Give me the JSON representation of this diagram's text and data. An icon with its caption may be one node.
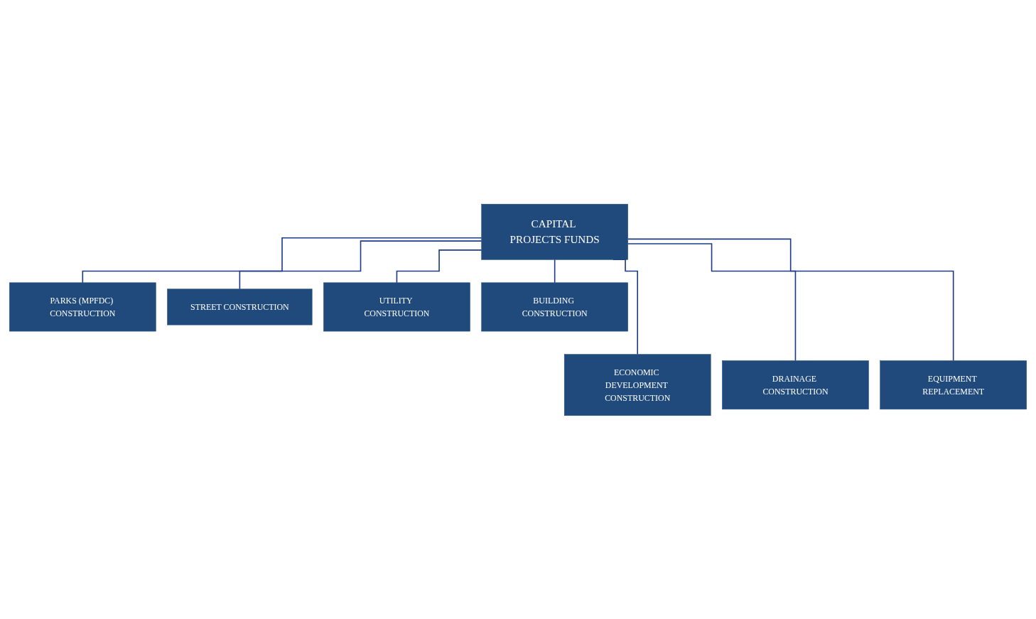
{
  "diagram": {
    "nodes": [
      {
        "text": [
          "CAPITAL PROJECTS FUNDS"
        ]
      },
      {
        "text": [
          "PARKS (MPFDC) CONSTRUCTION"
        ]
      },
      {
        "text": [
          "STREET CONSTRUCTION"
        ]
      },
      {
        "text": [
          "UTILITY CONSTRUCTION"
        ]
      },
      {
        "text": [
          "BUILDING CONSTRUCTION"
        ]
      },
      {
        "text": [
          "ECONOMIC DEVELOPMENT CONSTRUCTION"
        ]
      },
      {
        "text": [
          "DRAINAGE CONSTRUCTION"
        ]
      },
      {
        "text": [
          "EQUIPMENT REPLACEMENT"
        ]
      }
    ],
    "edges": [
      {
        "from": 0,
        "to": 1,
        "arrow": "none"
      },
      {
        "from": 0,
        "to": 2,
        "arrow": "none"
      },
      {
        "from": 0,
        "to": 3,
        "arrow": "none"
      },
      {
        "from": 0,
        "to": 4,
        "arrow": "none"
      },
      {
        "from": 0,
        "to": 5,
        "arrow": "none"
      },
      {
        "from": 0,
        "to": 6,
        "arrow": "none"
      },
      {
        "from": 0,
        "to": 7,
        "arrow": "none"
      }
    ]
  }
}
